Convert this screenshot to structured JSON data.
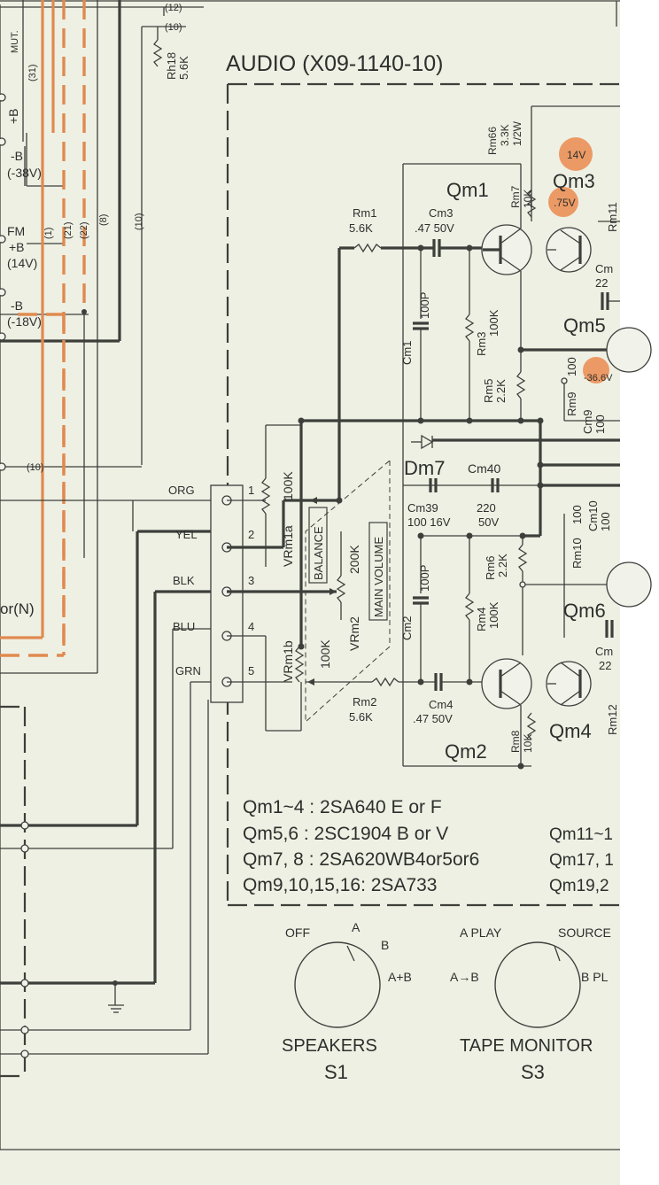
{
  "board": {
    "title": "AUDIO (X09-1140-10)"
  },
  "left_panel": {
    "labels": [
      "(12)",
      "(10)",
      "MUT.",
      "(31)",
      "+B",
      "-B",
      "(-38V)",
      "FM",
      "+B",
      "(14V)",
      "-B",
      "(-18V)",
      "(1)",
      "(21)",
      "(22)",
      "(8)",
      "(10)",
      "(10)",
      "or(N)"
    ]
  },
  "connector": {
    "pins": [
      {
        "color": "ORG",
        "num": "1"
      },
      {
        "color": "YEL",
        "num": "2"
      },
      {
        "color": "BLK",
        "num": "3"
      },
      {
        "color": "BLU",
        "num": "4"
      },
      {
        "color": "GRN",
        "num": "5"
      }
    ]
  },
  "components": {
    "rh18": [
      "Rh18",
      "5.6K"
    ],
    "rm66": [
      "Rm66",
      "3.3K",
      "1/2W"
    ],
    "rm7": [
      "Rm7",
      "10K"
    ],
    "rm1": [
      "Rm1",
      "5.6K"
    ],
    "cm3": [
      "Cm3",
      ".47 50V"
    ],
    "cm1": [
      "Cm1",
      "100P"
    ],
    "rm3": [
      "Rm3",
      "100K"
    ],
    "rm5": [
      "Rm5",
      "2.2K"
    ],
    "rm9": [
      "Rm9",
      "100"
    ],
    "cm9": [
      "Cm9",
      "100"
    ],
    "dm7": "Dm7",
    "cm40": [
      "Cm40",
      "220",
      "50V"
    ],
    "cm39": [
      "Cm39",
      "100 16V"
    ],
    "vrm1a": [
      "VRm1a",
      "100K"
    ],
    "vrm2": [
      "VRm2",
      "200K"
    ],
    "vrm1b": [
      "VRm1b",
      "100K"
    ],
    "balance": "BALANCE",
    "main_volume": "MAIN VOLUME",
    "rm10": [
      "Rm10",
      "100"
    ],
    "cm10": [
      "Cm10",
      "100"
    ],
    "cm2": [
      "Cm2",
      "100P"
    ],
    "rm6": [
      "Rm6",
      "2.2K"
    ],
    "rm4": [
      "Rm4",
      "100K"
    ],
    "rm2": [
      "Rm2",
      "5.6K"
    ],
    "cm4": [
      "Cm4",
      ".47 50V"
    ],
    "rm8": [
      "Rm8",
      "10K"
    ],
    "rm11": "Rm11",
    "rm12": "Rm12",
    "cm_right_top": [
      "Cm",
      "22"
    ],
    "cm_right_bot": [
      "Cm",
      "22"
    ]
  },
  "transistors": {
    "qm1": "Qm1",
    "qm2": "Qm2",
    "qm3": "Qm3",
    "qm4": "Qm4",
    "qm5": "Qm5",
    "qm6": "Qm6"
  },
  "voltages": {
    "v1": "14V",
    "v2": ".75V",
    "v3": "-36.6V"
  },
  "notes": [
    "Qm1~4 : 2SA640 E or F",
    "Qm5,6 : 2SC1904 B or V",
    "Qm7, 8 : 2SA620WB4or5or6",
    "Qm9,10,15,16: 2SA733"
  ],
  "notes_right": [
    "Qm11~1",
    "Qm17, 1",
    "Qm19,2"
  ],
  "switch_s1": {
    "name": "SPEAKERS",
    "ref": "S1",
    "positions": [
      "OFF",
      "A",
      "B",
      "A+B"
    ]
  },
  "switch_s3": {
    "name": "TAPE MONITOR",
    "ref": "S3",
    "positions": [
      "A PLAY",
      "SOURCE",
      "A→B",
      "B PL"
    ]
  },
  "colors": {
    "paper": "#eef0e4",
    "ink": "#3d3f3b",
    "highlight": "#e08a4f"
  }
}
